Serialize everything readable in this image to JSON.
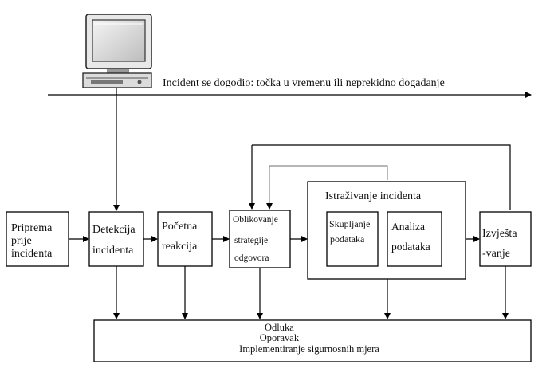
{
  "timeline": {
    "label": "Incident se  dogodio:  točka u vremenu ili neprekidno događanje"
  },
  "icons": {
    "computer": "computer-icon"
  },
  "boxes": {
    "priprema": [
      "Priprema",
      "prije",
      "incidenta"
    ],
    "detekcija": [
      "Detekcija",
      "incidenta"
    ],
    "pocetna": [
      "Početna",
      "reakcija"
    ],
    "oblikovanje": [
      "Oblikovanje",
      "strategije",
      "odgovora"
    ],
    "istrazivanje": {
      "title": "Istraživanje incidenta"
    },
    "skupljanje": [
      "Skupljanje",
      "podataka"
    ],
    "analiza": [
      "Analiza",
      "podataka"
    ],
    "izvjestavanje": [
      "Izvješta",
      "-vanje"
    ]
  },
  "bottom_box": {
    "lines": [
      "Odluka",
      "Oporavak",
      "Implementiranje sigurnosnih mjera"
    ]
  },
  "colors": {
    "line": "#000000",
    "feedback_line": "#8a8a8a",
    "box_border": "#000000"
  }
}
